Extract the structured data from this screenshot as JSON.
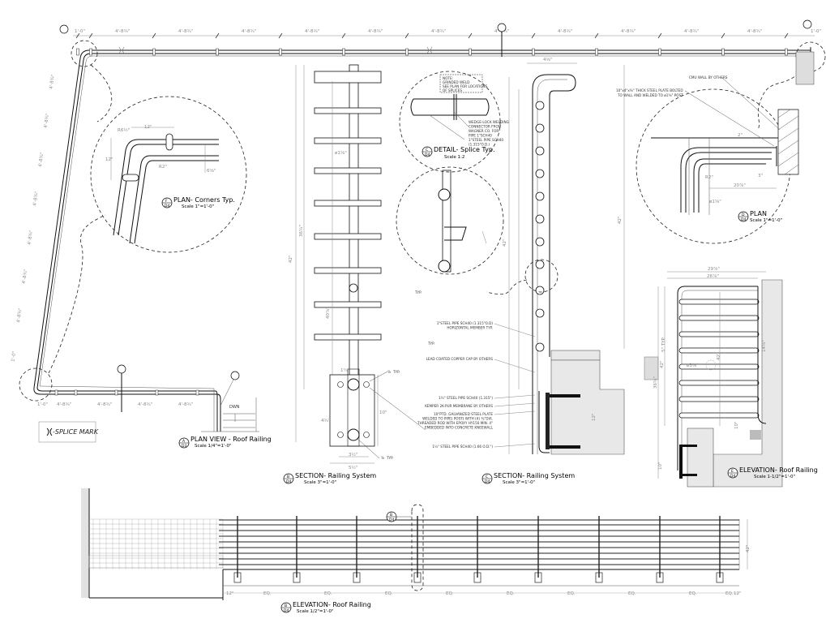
{
  "plan_view": {
    "tag_letter": "A",
    "tag_sheet": "D3",
    "title": "PLAN VIEW - Roof Railing",
    "scale": "Scale 1/4\"=1'-0\"",
    "top_dims": [
      "1'-0\"",
      "4'-8¾\"",
      "4'-8¾\"",
      "4'-8¾\"",
      "4'-8¾\"",
      "4'-8¾\"",
      "4'-8¾\"",
      "4'-8¾\"",
      "4'-8¾\"",
      "4'-8¾\"",
      "4'-8¾\"",
      "4'-8¾\"",
      "1'-0\""
    ],
    "side_dims": [
      "4'-8¾\"",
      "4'-8¾\"",
      "4'-8¾\"",
      "4'-8¾\"",
      "4'-8¾\"",
      "4'-8¾\"",
      "4'-8¾\"",
      "1'-0\""
    ],
    "bottom_dims": [
      "1'-0\"",
      "4'-8¾\"",
      "4'-8¾\"",
      "4'-8¾\"",
      "4'-8¾\""
    ],
    "dwn_label": "DWN",
    "legend": "-SPLICE MARK"
  },
  "detail_f": {
    "tag_letter": "F",
    "tag_sheet": "D4",
    "title": "PLAN- Corners Typ.",
    "scale": "Scale 1\"=1'-0\"",
    "dims": [
      "12\"",
      "12\"",
      "R6½\"",
      "6⅝\"",
      "R2\""
    ]
  },
  "section_b": {
    "tag_letter": "B",
    "tag_sheet": "D4",
    "title": "SECTION- Railing System",
    "scale": "Scale 3\"=1'-0\"",
    "dims": [
      "ø1⅝\"",
      "42\"",
      "36¾\"",
      "40⅞\"",
      "4¾\"",
      "1¼\"",
      "10\"",
      "3½\"",
      "5½\""
    ],
    "typ": "TYP.",
    "weld": "⅜"
  },
  "detail_c": {
    "tag_letter": "C",
    "tag_sheet": "D4",
    "title": "DETAIL- Splice Typ.",
    "scale": "Scale 1:2",
    "note": [
      "NOTE:",
      "GRINDED WELD",
      "SEE PLAN FOR LOCATIONS",
      "OF SPLICES"
    ],
    "callout": [
      "WEDGE-LOCK WELDING",
      "CONNECTOR FROM",
      "WAGNER CO. FOR",
      "PIPE 1\"SCH40",
      "1\"STEEL PIPE SCH40",
      "(1.315\"O.D.)"
    ]
  },
  "section_c": {
    "tag_letter": "C",
    "tag_sheet": "D4",
    "title": "SECTION- Railing System",
    "scale": "Scale 3\"=1'-0\"",
    "notes": [
      [
        "1\"STEEL PIPE SCH40 (1.315\"O.D)",
        "HORIZONTAL MEMBER TYP."
      ],
      [
        "LEAD COATED COPPER CAP BY OTHERS"
      ],
      [
        "1¼\" STEEL PIPE SCH40 (1.315\")"
      ],
      [
        "KEMPER 2K-PUR MEMBRANE BY OTHERS"
      ],
      [
        "10\"PTD. GALVANIZED STEEL PLATE",
        "WELDED TO PIPE( POST) WITH (4) ⅜\"DIA.",
        "THREADED ROD WITH EPOXY HY150 MIN. 4\"",
        "EMBEDDED INTO CONCRETE KNEEWALL"
      ],
      [
        "1½\" STEEL PIPE SCH40 (1.66 O.D.\")"
      ]
    ],
    "typ": "TYP.",
    "dims": [
      "4⅜\"",
      "42\"",
      "12\""
    ]
  },
  "detail_d": {
    "tag_letter": "D",
    "tag_sheet": "D4",
    "title": "PLAN",
    "scale": "Scale 1\"=1'-0\"",
    "notes": [
      "CMU WALL BY OTHERS",
      "10\"x4\"x⅜\" THICK STEEL PLATE BOLTED",
      "TO WALL AND WELDED TO ø1⅝\" POST"
    ],
    "dims": [
      "2\"",
      "R2\"",
      "20⅞\"",
      "3\"",
      "ø1⅝\""
    ]
  },
  "elevation_e": {
    "tag_letter": "E",
    "tag_sheet": "D4",
    "title": "ELEVATION- Roof Railing",
    "scale": "Scale 1-1/2\"=1'-0\"",
    "dims": [
      "29⅞\"",
      "26⅞\"",
      "36⅝\"",
      "42\"",
      "5\" TYP.",
      "ø3⅝\"",
      "42\"",
      "10\"",
      "14⅝\"",
      "10\""
    ]
  },
  "elevation_bottom": {
    "tag_letter": "B",
    "tag_sheet": "D4",
    "title": "ELEVATION- Roof Railing",
    "scale": "Scale 1/2\"=1'-0\"",
    "section_tag_letter": "B",
    "section_tag_sheet": "D4",
    "dims": [
      "12\"",
      "EQ.",
      "EQ.",
      "EQ.",
      "EQ.",
      "EQ.",
      "EQ.",
      "EQ.",
      "EQ.",
      "EQ.",
      "12\""
    ],
    "height_dim": "42\""
  }
}
